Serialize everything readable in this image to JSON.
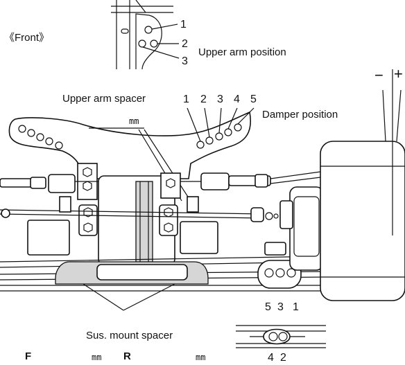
{
  "front_label": "《Front》",
  "upper_arm_position": {
    "label": "Upper arm position",
    "numbers": [
      "1",
      "2",
      "3"
    ]
  },
  "upper_arm_spacer": {
    "label": "Upper arm spacer",
    "unit": "mm"
  },
  "damper_position": {
    "label": "Damper position",
    "numbers": [
      "1",
      "2",
      "3",
      "4",
      "5"
    ]
  },
  "camber": {
    "minus": "−",
    "plus": "+"
  },
  "lower_mount_holes": {
    "numbers_upper": [
      "5",
      "3",
      "1"
    ],
    "numbers_lower": [
      "4",
      "2"
    ]
  },
  "sus_mount_spacer": {
    "label": "Sus. mount spacer",
    "front_label": "F",
    "front_unit": "mm",
    "rear_label": "R",
    "rear_unit": "mm"
  }
}
